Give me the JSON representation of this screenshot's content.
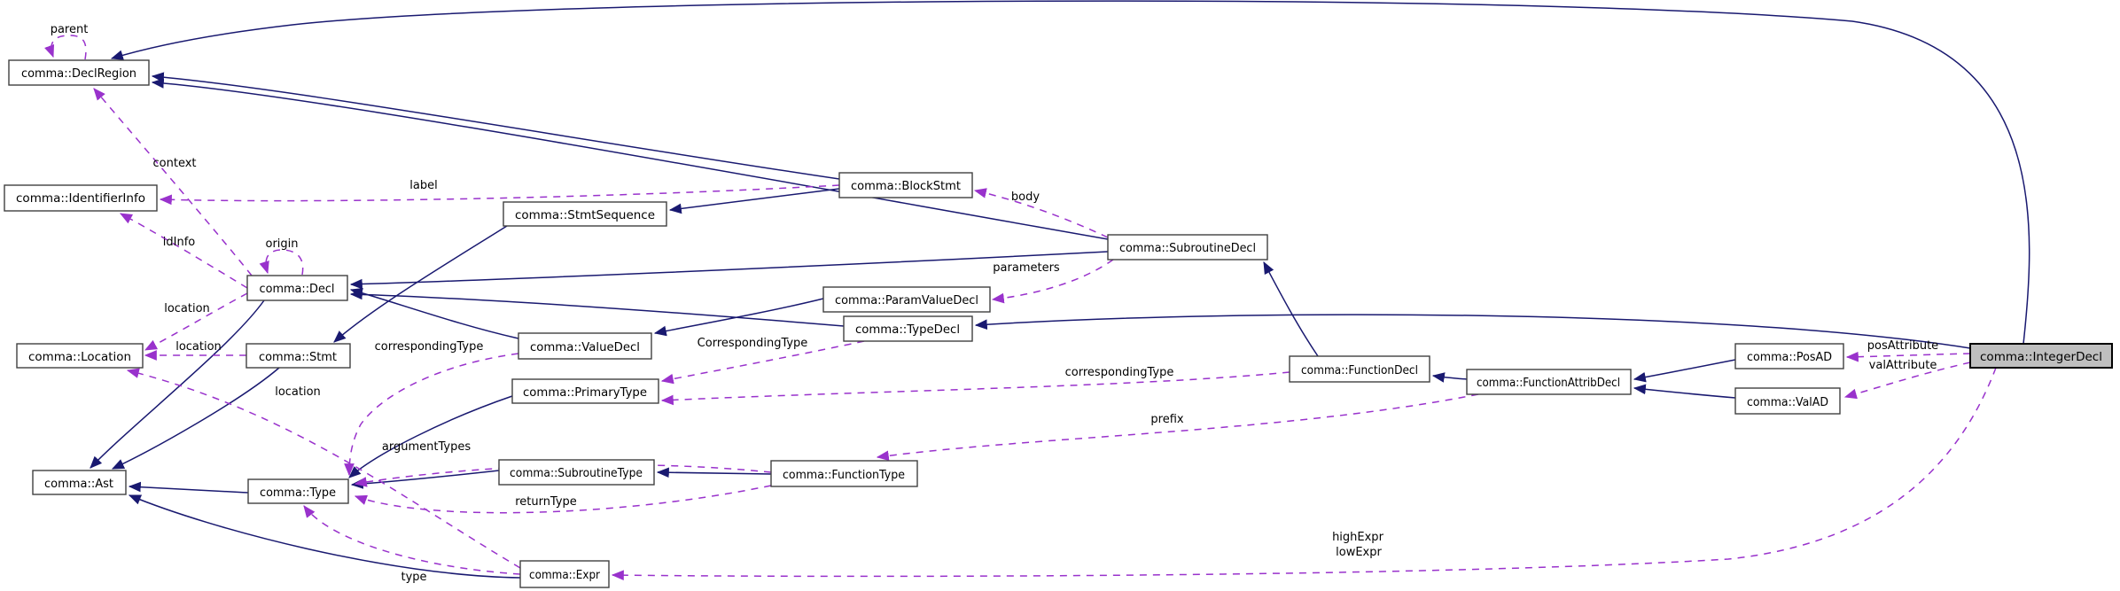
{
  "diagram": {
    "kind": "collaboration-graph",
    "focus_node": "comma::IntegerDecl",
    "colors": {
      "background": "#ffffff",
      "node_fill": "#ffffff",
      "node_border": "#404040",
      "selected_node_fill": "#bfbfbf",
      "selected_node_border": "#000000",
      "inheritance_edge": "#191970",
      "usage_edge": "#9932cc",
      "text": "#000000"
    },
    "nodes": {
      "declregion": {
        "label": "comma::DeclRegion"
      },
      "identifierinfo": {
        "label": "comma::IdentifierInfo"
      },
      "decl": {
        "label": "comma::Decl"
      },
      "location": {
        "label": "comma::Location"
      },
      "stmt": {
        "label": "comma::Stmt"
      },
      "ast": {
        "label": "comma::Ast"
      },
      "type": {
        "label": "comma::Type"
      },
      "stmtsequence": {
        "label": "comma::StmtSequence"
      },
      "blockstmt": {
        "label": "comma::BlockStmt"
      },
      "subroutinedecl": {
        "label": "comma::SubroutineDecl"
      },
      "paramvaluedecl": {
        "label": "comma::ParamValueDecl"
      },
      "typedecl": {
        "label": "comma::TypeDecl"
      },
      "valuedecl": {
        "label": "comma::ValueDecl"
      },
      "primarytype": {
        "label": "comma::PrimaryType"
      },
      "functiondecl": {
        "label": "comma::FunctionDecl"
      },
      "functionattribdecl": {
        "label": "comma::FunctionAttribDecl"
      },
      "posad": {
        "label": "comma::PosAD"
      },
      "valad": {
        "label": "comma::ValAD"
      },
      "integerdecl": {
        "label": "comma::IntegerDecl"
      },
      "subroutinetype": {
        "label": "comma::SubroutineType"
      },
      "functiontype": {
        "label": "comma::FunctionType"
      },
      "expr": {
        "label": "comma::Expr"
      }
    },
    "edge_labels": {
      "parent": "parent",
      "origin": "origin",
      "context": "context",
      "id_info": "idInfo",
      "label": "label",
      "body": "body",
      "parameters": "parameters",
      "location_decl": "location",
      "location_stmt": "location",
      "location_expr": "location",
      "corresponding_type_value": "correspondingType",
      "corresponding_type_cap": "CorrespondingType",
      "corresponding_type_fn": "correspondingType",
      "prefix": "prefix",
      "argument_types": "argumentTypes",
      "return_type": "returnType",
      "type": "type",
      "pos_attribute": "posAttribute",
      "val_attribute": "valAttribute",
      "high_expr": "highExpr",
      "low_expr": "lowExpr"
    },
    "edges": [
      {
        "from": "comma::Decl",
        "to": "comma::Ast",
        "kind": "inheritance"
      },
      {
        "from": "comma::Stmt",
        "to": "comma::Ast",
        "kind": "inheritance"
      },
      {
        "from": "comma::Type",
        "to": "comma::Ast",
        "kind": "inheritance"
      },
      {
        "from": "comma::Expr",
        "to": "comma::Ast",
        "kind": "inheritance"
      },
      {
        "from": "comma::StmtSequence",
        "to": "comma::Stmt",
        "kind": "inheritance"
      },
      {
        "from": "comma::BlockStmt",
        "to": "comma::StmtSequence",
        "kind": "inheritance"
      },
      {
        "from": "comma::BlockStmt",
        "to": "comma::DeclRegion",
        "kind": "inheritance"
      },
      {
        "from": "comma::SubroutineDecl",
        "to": "comma::DeclRegion",
        "kind": "inheritance"
      },
      {
        "from": "comma::SubroutineDecl",
        "to": "comma::Decl",
        "kind": "inheritance"
      },
      {
        "from": "comma::ValueDecl",
        "to": "comma::Decl",
        "kind": "inheritance"
      },
      {
        "from": "comma::TypeDecl",
        "to": "comma::Decl",
        "kind": "inheritance"
      },
      {
        "from": "comma::ParamValueDecl",
        "to": "comma::ValueDecl",
        "kind": "inheritance"
      },
      {
        "from": "comma::PrimaryType",
        "to": "comma::Type",
        "kind": "inheritance"
      },
      {
        "from": "comma::SubroutineType",
        "to": "comma::Type",
        "kind": "inheritance"
      },
      {
        "from": "comma::FunctionType",
        "to": "comma::SubroutineType",
        "kind": "inheritance"
      },
      {
        "from": "comma::FunctionDecl",
        "to": "comma::SubroutineDecl",
        "kind": "inheritance"
      },
      {
        "from": "comma::FunctionAttribDecl",
        "to": "comma::FunctionDecl",
        "kind": "inheritance"
      },
      {
        "from": "comma::PosAD",
        "to": "comma::FunctionAttribDecl",
        "kind": "inheritance"
      },
      {
        "from": "comma::ValAD",
        "to": "comma::FunctionAttribDecl",
        "kind": "inheritance"
      },
      {
        "from": "comma::IntegerDecl",
        "to": "comma::TypeDecl",
        "kind": "inheritance"
      },
      {
        "from": "comma::IntegerDecl",
        "to": "comma::DeclRegion",
        "kind": "inheritance"
      },
      {
        "from": "comma::DeclRegion",
        "to": "comma::DeclRegion",
        "kind": "usage",
        "labels": [
          "parent"
        ]
      },
      {
        "from": "comma::Decl",
        "to": "comma::Decl",
        "kind": "usage",
        "labels": [
          "origin"
        ]
      },
      {
        "from": "comma::Decl",
        "to": "comma::DeclRegion",
        "kind": "usage",
        "labels": [
          "context"
        ]
      },
      {
        "from": "comma::Decl",
        "to": "comma::IdentifierInfo",
        "kind": "usage",
        "labels": [
          "idInfo"
        ]
      },
      {
        "from": "comma::BlockStmt",
        "to": "comma::IdentifierInfo",
        "kind": "usage",
        "labels": [
          "label"
        ]
      },
      {
        "from": "comma::SubroutineDecl",
        "to": "comma::BlockStmt",
        "kind": "usage",
        "labels": [
          "body"
        ]
      },
      {
        "from": "comma::SubroutineDecl",
        "to": "comma::ParamValueDecl",
        "kind": "usage",
        "labels": [
          "parameters"
        ]
      },
      {
        "from": "comma::Decl",
        "to": "comma::Location",
        "kind": "usage",
        "labels": [
          "location"
        ]
      },
      {
        "from": "comma::Stmt",
        "to": "comma::Location",
        "kind": "usage",
        "labels": [
          "location"
        ]
      },
      {
        "from": "comma::Expr",
        "to": "comma::Location",
        "kind": "usage",
        "labels": [
          "location"
        ]
      },
      {
        "from": "comma::ValueDecl",
        "to": "comma::Type",
        "kind": "usage",
        "labels": [
          "correspondingType"
        ]
      },
      {
        "from": "comma::TypeDecl",
        "to": "comma::PrimaryType",
        "kind": "usage",
        "labels": [
          "CorrespondingType"
        ]
      },
      {
        "from": "comma::FunctionDecl",
        "to": "comma::PrimaryType",
        "kind": "usage",
        "labels": [
          "correspondingType"
        ]
      },
      {
        "from": "comma::FunctionAttribDecl",
        "to": "comma::FunctionType",
        "kind": "usage",
        "labels": [
          "prefix"
        ]
      },
      {
        "from": "comma::FunctionType",
        "to": "comma::Type",
        "kind": "usage",
        "labels": [
          "argumentTypes"
        ]
      },
      {
        "from": "comma::FunctionType",
        "to": "comma::Type",
        "kind": "usage",
        "labels": [
          "returnType"
        ]
      },
      {
        "from": "comma::Expr",
        "to": "comma::Type",
        "kind": "usage",
        "labels": [
          "type"
        ]
      },
      {
        "from": "comma::IntegerDecl",
        "to": "comma::PosAD",
        "kind": "usage",
        "labels": [
          "posAttribute"
        ]
      },
      {
        "from": "comma::IntegerDecl",
        "to": "comma::ValAD",
        "kind": "usage",
        "labels": [
          "valAttribute"
        ]
      },
      {
        "from": "comma::IntegerDecl",
        "to": "comma::Expr",
        "kind": "usage",
        "labels": [
          "highExpr",
          "lowExpr"
        ]
      }
    ]
  }
}
